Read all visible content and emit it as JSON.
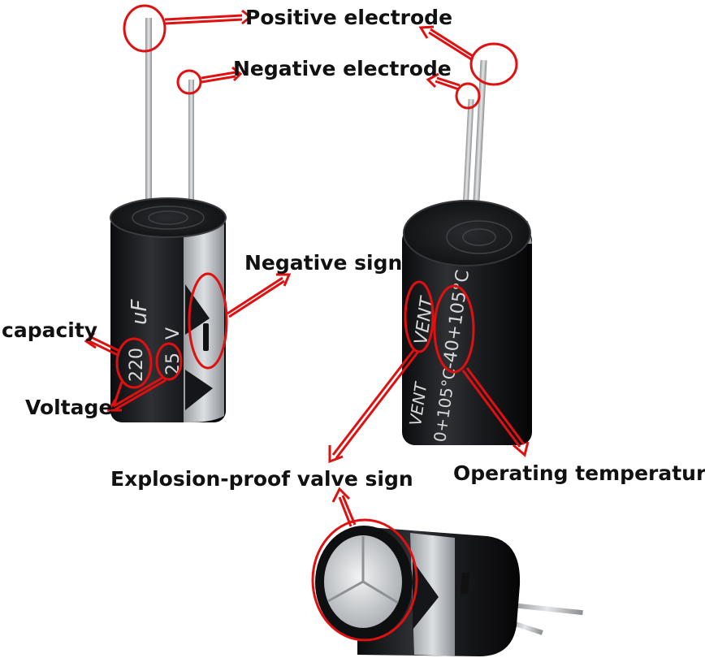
{
  "colors": {
    "annotation": "#e01010",
    "capacitor_body": "#1c1d20",
    "stripe": "#c9ccd0",
    "lead": "#c4c6c8"
  },
  "labels": {
    "positive_electrode": "Positive electrode",
    "negative_electrode": "Negative electrode",
    "negative_sign": "Negative sign",
    "capacity": "capacity",
    "voltage": "Voltage",
    "explosion_proof_valve_sign": "Explosion-proof valve sign",
    "operating_temperature": "Operating temperature"
  },
  "printed_on_capacitor": {
    "capacitance": "220",
    "unit": "uF",
    "voltage_value": "25",
    "voltage_unit": "V",
    "vent": "VENT",
    "temperature_range": "-40+105°C",
    "temperature_range_partial": "0+105°C",
    "vent_lower": "VENT"
  }
}
